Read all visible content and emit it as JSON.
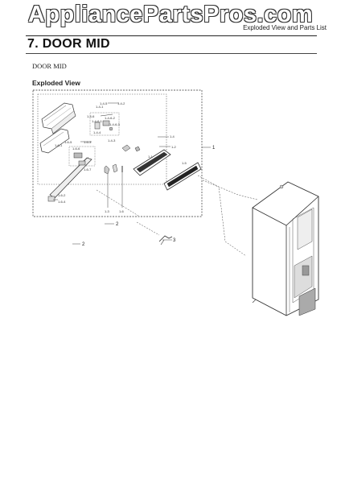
{
  "watermark": "AppliancePartsPros.com",
  "header_label": "Exploded View and Parts List",
  "section_title": "7.  DOOR MID",
  "subtitle": "DOOR MID",
  "view_label": "Exploded View",
  "callouts": {
    "c1": "1",
    "c2a": "2",
    "c2b": "2",
    "c3": "3",
    "c11": "1-1",
    "c12": "1-2",
    "c13": "1-3",
    "c14": "1-4",
    "c15": "1-5",
    "c16": "1-6",
    "c141": "1-4-1",
    "c142": "1-4-2",
    "c143": "1-4-3",
    "c144": "1-4-4",
    "c145": "1-4-5",
    "c146": "1-4-6",
    "c161": "1-6-1",
    "c162": "1-6-2",
    "c163": "1-6-3",
    "c164": "1-6-4",
    "c165": "1-6-5",
    "c166": "1-6-6",
    "c167": "1-6-7",
    "c1461": "1-4-6-1",
    "c1462": "1-4-6-2",
    "c1463": "1-4-6-3"
  },
  "colors": {
    "ink": "#222222",
    "paper": "#ffffff",
    "watermark_fill": "#ffffff",
    "watermark_outline": "#333333"
  }
}
